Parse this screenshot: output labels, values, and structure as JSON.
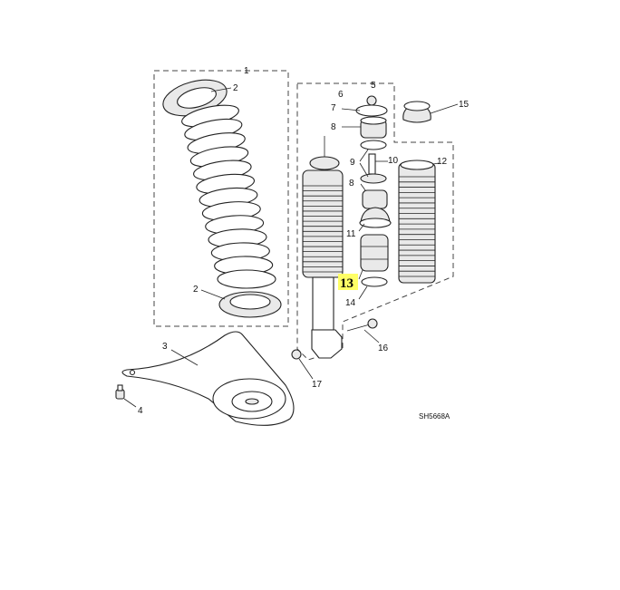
{
  "diagram": {
    "drawing_code": "SH5668A",
    "highlighted_callout": "13",
    "highlight_color": "#ffff66",
    "callouts": {
      "c1": "1",
      "c2a": "2",
      "c2b": "2",
      "c3": "3",
      "c4": "4",
      "c5": "5",
      "c6": "6",
      "c7": "7",
      "c8a": "8",
      "c9": "9",
      "c10": "10",
      "c8b": "8",
      "c11": "11",
      "c12": "12",
      "c13": "13",
      "c14": "14",
      "c15": "15",
      "c16": "16",
      "c17": "17"
    }
  }
}
